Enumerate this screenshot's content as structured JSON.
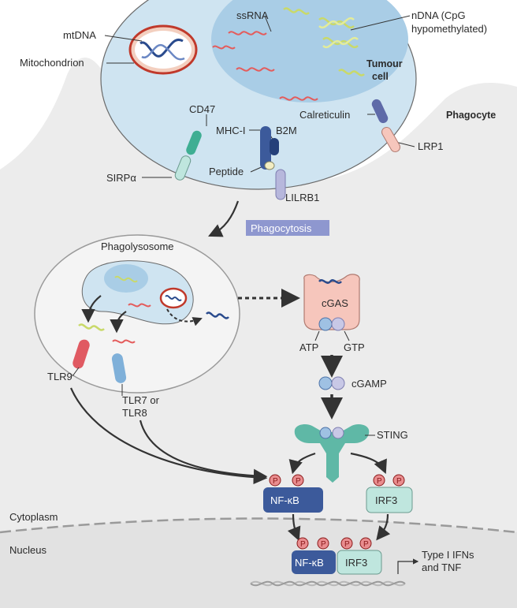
{
  "labels": {
    "mtdna": "mtDNA",
    "mitochondrion": "Mitochondrion",
    "ssrna": "ssRNA",
    "ndna_line1": "nDNA (CpG",
    "ndna_line2": "hypomethylated)",
    "tumour_line1": "Tumour",
    "tumour_line2": "cell",
    "phagocyte": "Phagocyte",
    "cd47": "CD47",
    "sirpa": "SIRPα",
    "mhc1": "MHC-I",
    "b2m": "B2M",
    "peptide": "Peptide",
    "lilrb1": "LILRB1",
    "calreticulin": "Calreticulin",
    "lrp1": "LRP1",
    "phagocytosis": "Phagocytosis",
    "phagolysosome": "Phagolysosome",
    "cgas": "cGAS",
    "atp": "ATP",
    "gtp": "GTP",
    "cgamp": "cGAMP",
    "sting": "STING",
    "tlr9": "TLR9",
    "tlr78_line1": "TLR7 or",
    "tlr78_line2": "TLR8",
    "nfkb": "NF-κB",
    "irf3": "IRF3",
    "phospho": "P",
    "cytoplasm": "Cytoplasm",
    "nucleus": "Nucleus",
    "output_line1": "Type I IFNs",
    "output_line2": "and TNF"
  },
  "colors": {
    "tumour_fill": "#cfe4f1",
    "nucleus_fill": "#a9cde6",
    "phagocyte_fill": "#ededed",
    "nucleus_region": "#e3e3e3",
    "nfkb": "#3c5a9b",
    "irf3": "#bfe6de",
    "sting": "#5fb8a6",
    "cgas": "#f6c6bc",
    "phospho": "#e98d8f",
    "tlr9": "#e05a62",
    "tlr78": "#7fb0d9",
    "phagocytosis_tag": "#8e97cf"
  }
}
